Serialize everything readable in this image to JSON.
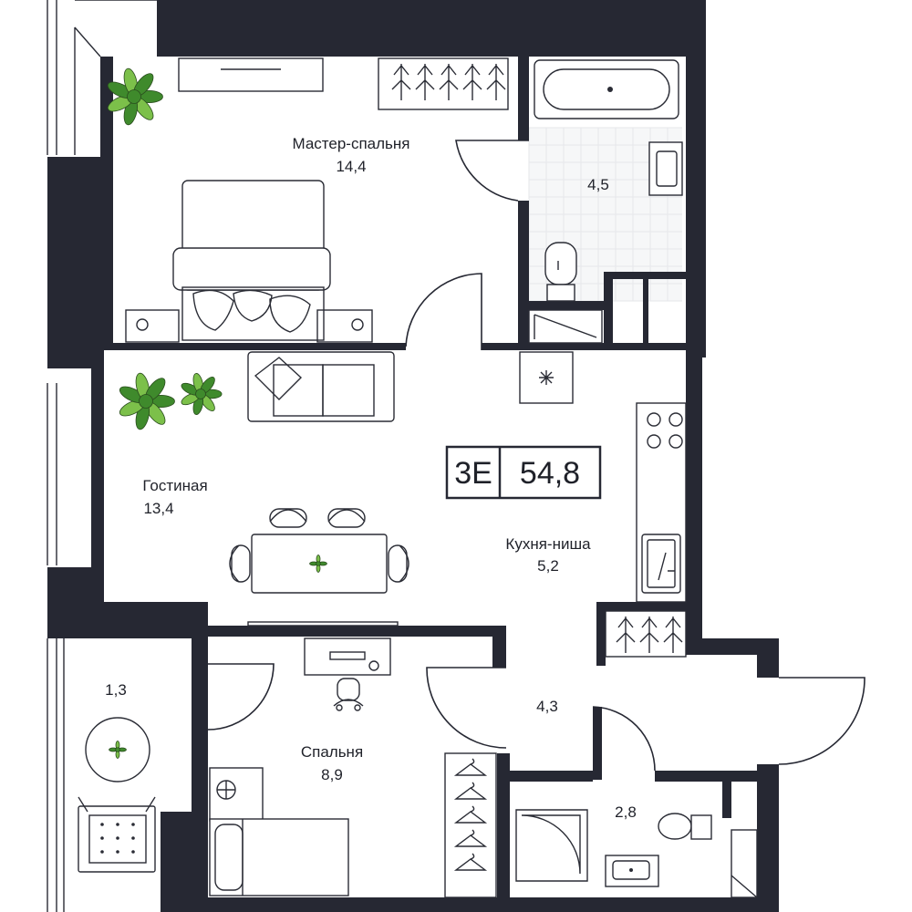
{
  "colors": {
    "wall": "#262833",
    "line": "#2a2c35",
    "plant_dark": "#3f8a2c",
    "plant_light": "#7cc04a",
    "background": "#ffffff"
  },
  "badge": {
    "type": "3E",
    "area": "54,8"
  },
  "rooms": {
    "master_bedroom": {
      "name": "Мастер-спальня",
      "area": "14,4"
    },
    "bathroom": {
      "name": "",
      "area": "4,5"
    },
    "living_room": {
      "name": "Гостиная",
      "area": "13,4"
    },
    "kitchen": {
      "name": "Кухня-ниша",
      "area": "5,2"
    },
    "bedroom": {
      "name": "Спальня",
      "area": "8,9"
    },
    "balcony": {
      "name": "",
      "area": "1,3"
    },
    "hall": {
      "name": "",
      "area": "4,3"
    },
    "wc": {
      "name": "",
      "area": "2,8"
    }
  }
}
